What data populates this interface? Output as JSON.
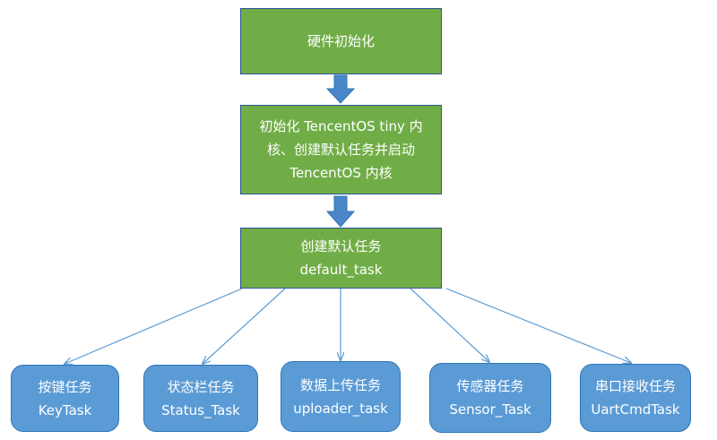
{
  "nodes": {
    "hw_init": "硬件初始化",
    "kernel_init": [
      "初始化 TencentOS tiny 内",
      "核、创建默认任务并启动",
      "TencentOS 内核"
    ],
    "default_task": [
      "创建默认任务",
      "default_task"
    ],
    "tasks": [
      {
        "title": "按键任务",
        "name": "KeyTask"
      },
      {
        "title": "状态栏任务",
        "name": "Status_Task"
      },
      {
        "title": "数据上传任务",
        "name": "uploader_task"
      },
      {
        "title": "传感器任务",
        "name": "Sensor_Task"
      },
      {
        "title": "串口接收任务",
        "name": "UartCmdTask"
      }
    ]
  },
  "colors": {
    "green_fill": "#70ad47",
    "green_border": "#2f5597",
    "blue_fill": "#5b9bd5",
    "arrow": "#4a86c8",
    "connector": "#5b9bd5"
  }
}
